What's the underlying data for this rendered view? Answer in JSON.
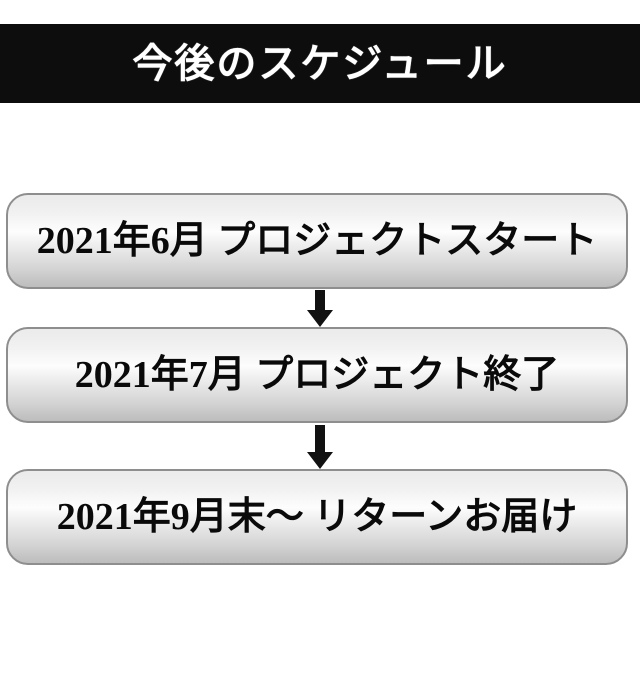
{
  "header": {
    "title": "今後のスケジュール",
    "background_color": "#0d0d0d",
    "text_color": "#ffffff"
  },
  "flow": {
    "type": "vertical-flowchart",
    "accent_color": "#111111",
    "box_border_color": "#8e8e8e",
    "steps": [
      {
        "id": "step-1",
        "date": "2021年6月",
        "event": "プロジェクトスタート",
        "label": "2021年6月 プロジェクトスタート"
      },
      {
        "id": "step-2",
        "date": "2021年7月",
        "event": "プロジェクト終了",
        "label": "2021年7月 プロジェクト終了"
      },
      {
        "id": "step-3",
        "date": "2021年9月末〜",
        "event": "リターンお届け",
        "label": "2021年9月末〜 リターンお届け"
      }
    ],
    "connectors": [
      {
        "id": "connector-1",
        "from": "step-1",
        "to": "step-2",
        "shape": "down-arrow"
      },
      {
        "id": "connector-2",
        "from": "step-2",
        "to": "step-3",
        "shape": "down-arrow"
      }
    ]
  }
}
